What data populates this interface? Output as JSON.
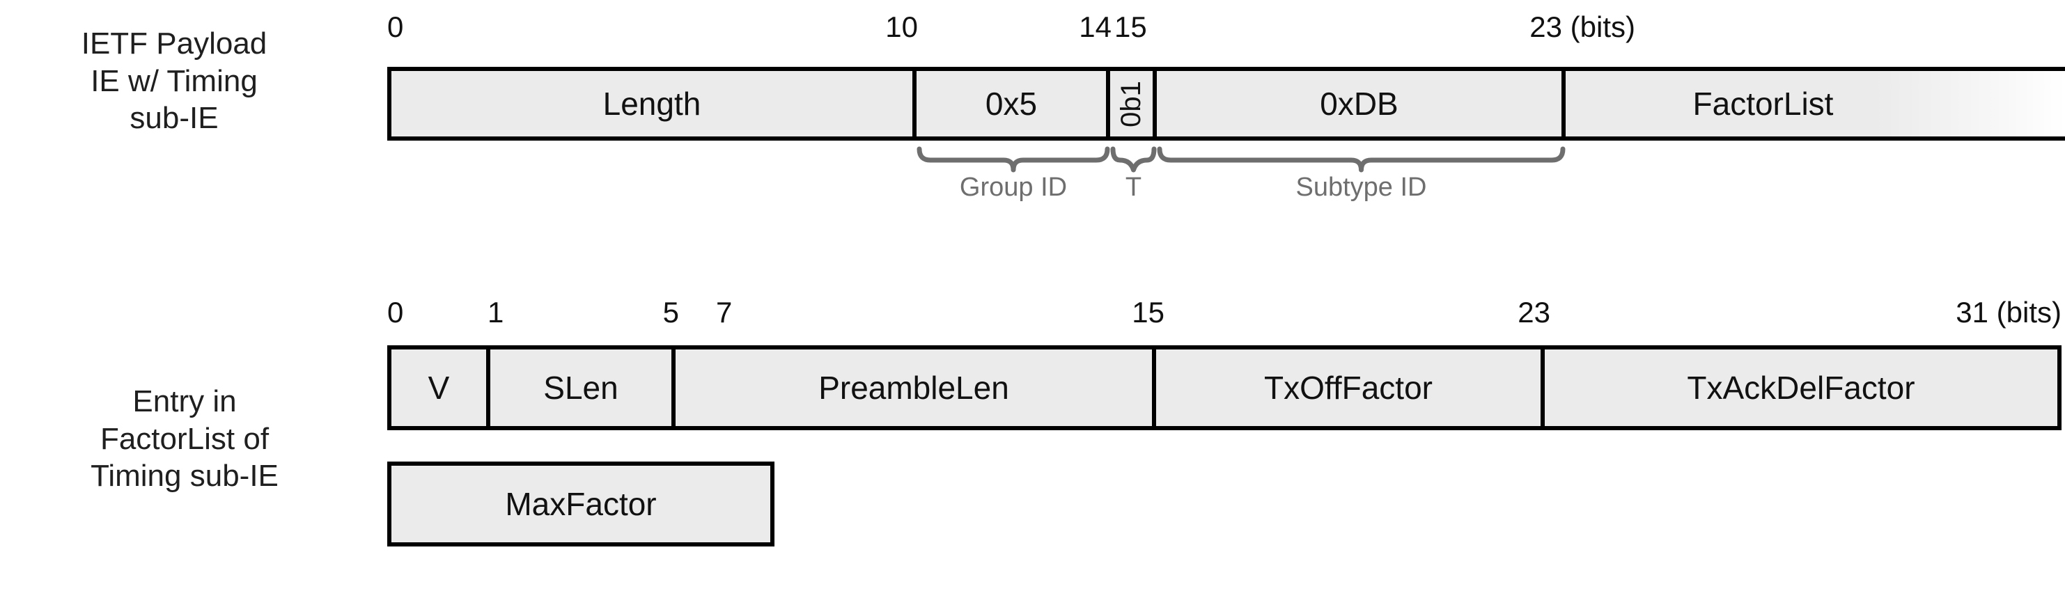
{
  "diagram": {
    "title": "IETF Payload IE w/ Timing sub-IE and FactorList entry bit layout",
    "colors": {
      "cell_fill": "#ebebeb",
      "cell_border": "#000000",
      "text": "#111111",
      "brace": "#6e6e6e",
      "background": "#ffffff"
    },
    "unit_label": "(bits)"
  },
  "rows": [
    {
      "id": "ietf-payload-ie",
      "side_label": "IETF Payload\nIE w/ Timing\nsub-IE",
      "side_label_lines": [
        "IETF Payload",
        "IE w/ Timing",
        "sub-IE"
      ],
      "ticks": [
        {
          "value": "0",
          "bit": 0,
          "align": "left"
        },
        {
          "value": "10",
          "bit": 10,
          "align": "right"
        },
        {
          "value": "14",
          "bit": 14,
          "align": "right"
        },
        {
          "value": "15",
          "bit": 15,
          "align": "left"
        },
        {
          "value": "23 (bits)",
          "bit": 23,
          "align": "left"
        }
      ],
      "fields": [
        {
          "name": "Length",
          "bits": "0-9",
          "orientation": "horizontal",
          "open_ended": false
        },
        {
          "name": "0x5",
          "bits": "10-13",
          "orientation": "horizontal",
          "open_ended": false
        },
        {
          "name": "0b1",
          "bits": "14",
          "orientation": "vertical",
          "open_ended": false
        },
        {
          "name": "0xDB",
          "bits": "15-22",
          "orientation": "horizontal",
          "open_ended": false
        },
        {
          "name": "FactorList",
          "bits": "23+",
          "orientation": "horizontal",
          "open_ended": true
        }
      ],
      "braces": [
        {
          "label": "Group ID",
          "covers": "0x5"
        },
        {
          "label": "T",
          "covers": "0b1"
        },
        {
          "label": "Subtype ID",
          "covers": "0xDB"
        }
      ]
    },
    {
      "id": "factorlist-entry",
      "side_label_lines": [
        "Entry in",
        "FactorList of",
        "Timing sub-IE"
      ],
      "ticks": [
        {
          "value": "0",
          "bit": 0,
          "align": "left"
        },
        {
          "value": "1",
          "bit": 1,
          "align": "left"
        },
        {
          "value": "5",
          "bit": 5,
          "align": "right"
        },
        {
          "value": "7",
          "bit": 7,
          "align": "left"
        },
        {
          "value": "15",
          "bit": 15,
          "align": "right"
        },
        {
          "value": "23",
          "bit": 23,
          "align": "right"
        },
        {
          "value": "31 (bits)",
          "bit": 31,
          "align": "right"
        }
      ],
      "fields": [
        {
          "name": "V",
          "bits": "0",
          "orientation": "horizontal"
        },
        {
          "name": "SLen",
          "bits": "1-4",
          "orientation": "horizontal"
        },
        {
          "name": "PreambleLen",
          "bits": "5-15",
          "orientation": "horizontal"
        },
        {
          "name": "TxOffFactor",
          "bits": "16-23",
          "orientation": "horizontal"
        },
        {
          "name": "TxAckDelFactor",
          "bits": "24-31",
          "orientation": "horizontal"
        }
      ],
      "second_line_fields": [
        {
          "name": "MaxFactor",
          "bits": "0-6",
          "orientation": "horizontal"
        }
      ]
    }
  ]
}
